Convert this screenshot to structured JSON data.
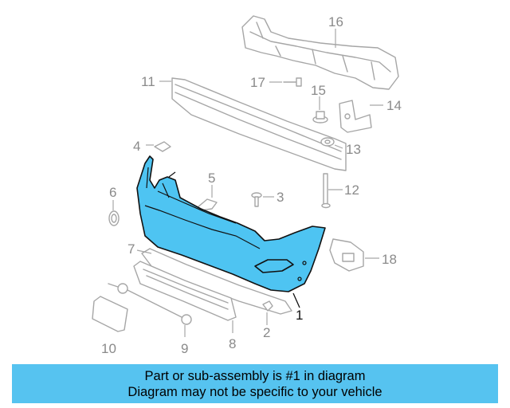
{
  "diagram": {
    "callouts": [
      {
        "id": "1",
        "label": "1"
      },
      {
        "id": "2",
        "label": "2"
      },
      {
        "id": "3",
        "label": "3"
      },
      {
        "id": "4",
        "label": "4"
      },
      {
        "id": "5",
        "label": "5"
      },
      {
        "id": "6",
        "label": "6"
      },
      {
        "id": "7",
        "label": "7"
      },
      {
        "id": "8",
        "label": "8"
      },
      {
        "id": "9",
        "label": "9"
      },
      {
        "id": "10",
        "label": "10"
      },
      {
        "id": "11",
        "label": "11"
      },
      {
        "id": "12",
        "label": "12"
      },
      {
        "id": "13",
        "label": "13"
      },
      {
        "id": "14",
        "label": "14"
      },
      {
        "id": "15",
        "label": "15"
      },
      {
        "id": "16",
        "label": "16"
      },
      {
        "id": "17",
        "label": "17"
      },
      {
        "id": "18",
        "label": "18"
      }
    ],
    "highlighted_part": "1",
    "colors": {
      "highlight": "#4ec4f2",
      "line_art": "#a6a6a6",
      "banner": "#56c3f0"
    }
  },
  "banner": {
    "line1": "Part or sub-assembly is #1 in diagram",
    "line2": "Diagram may not be specific to your vehicle"
  }
}
